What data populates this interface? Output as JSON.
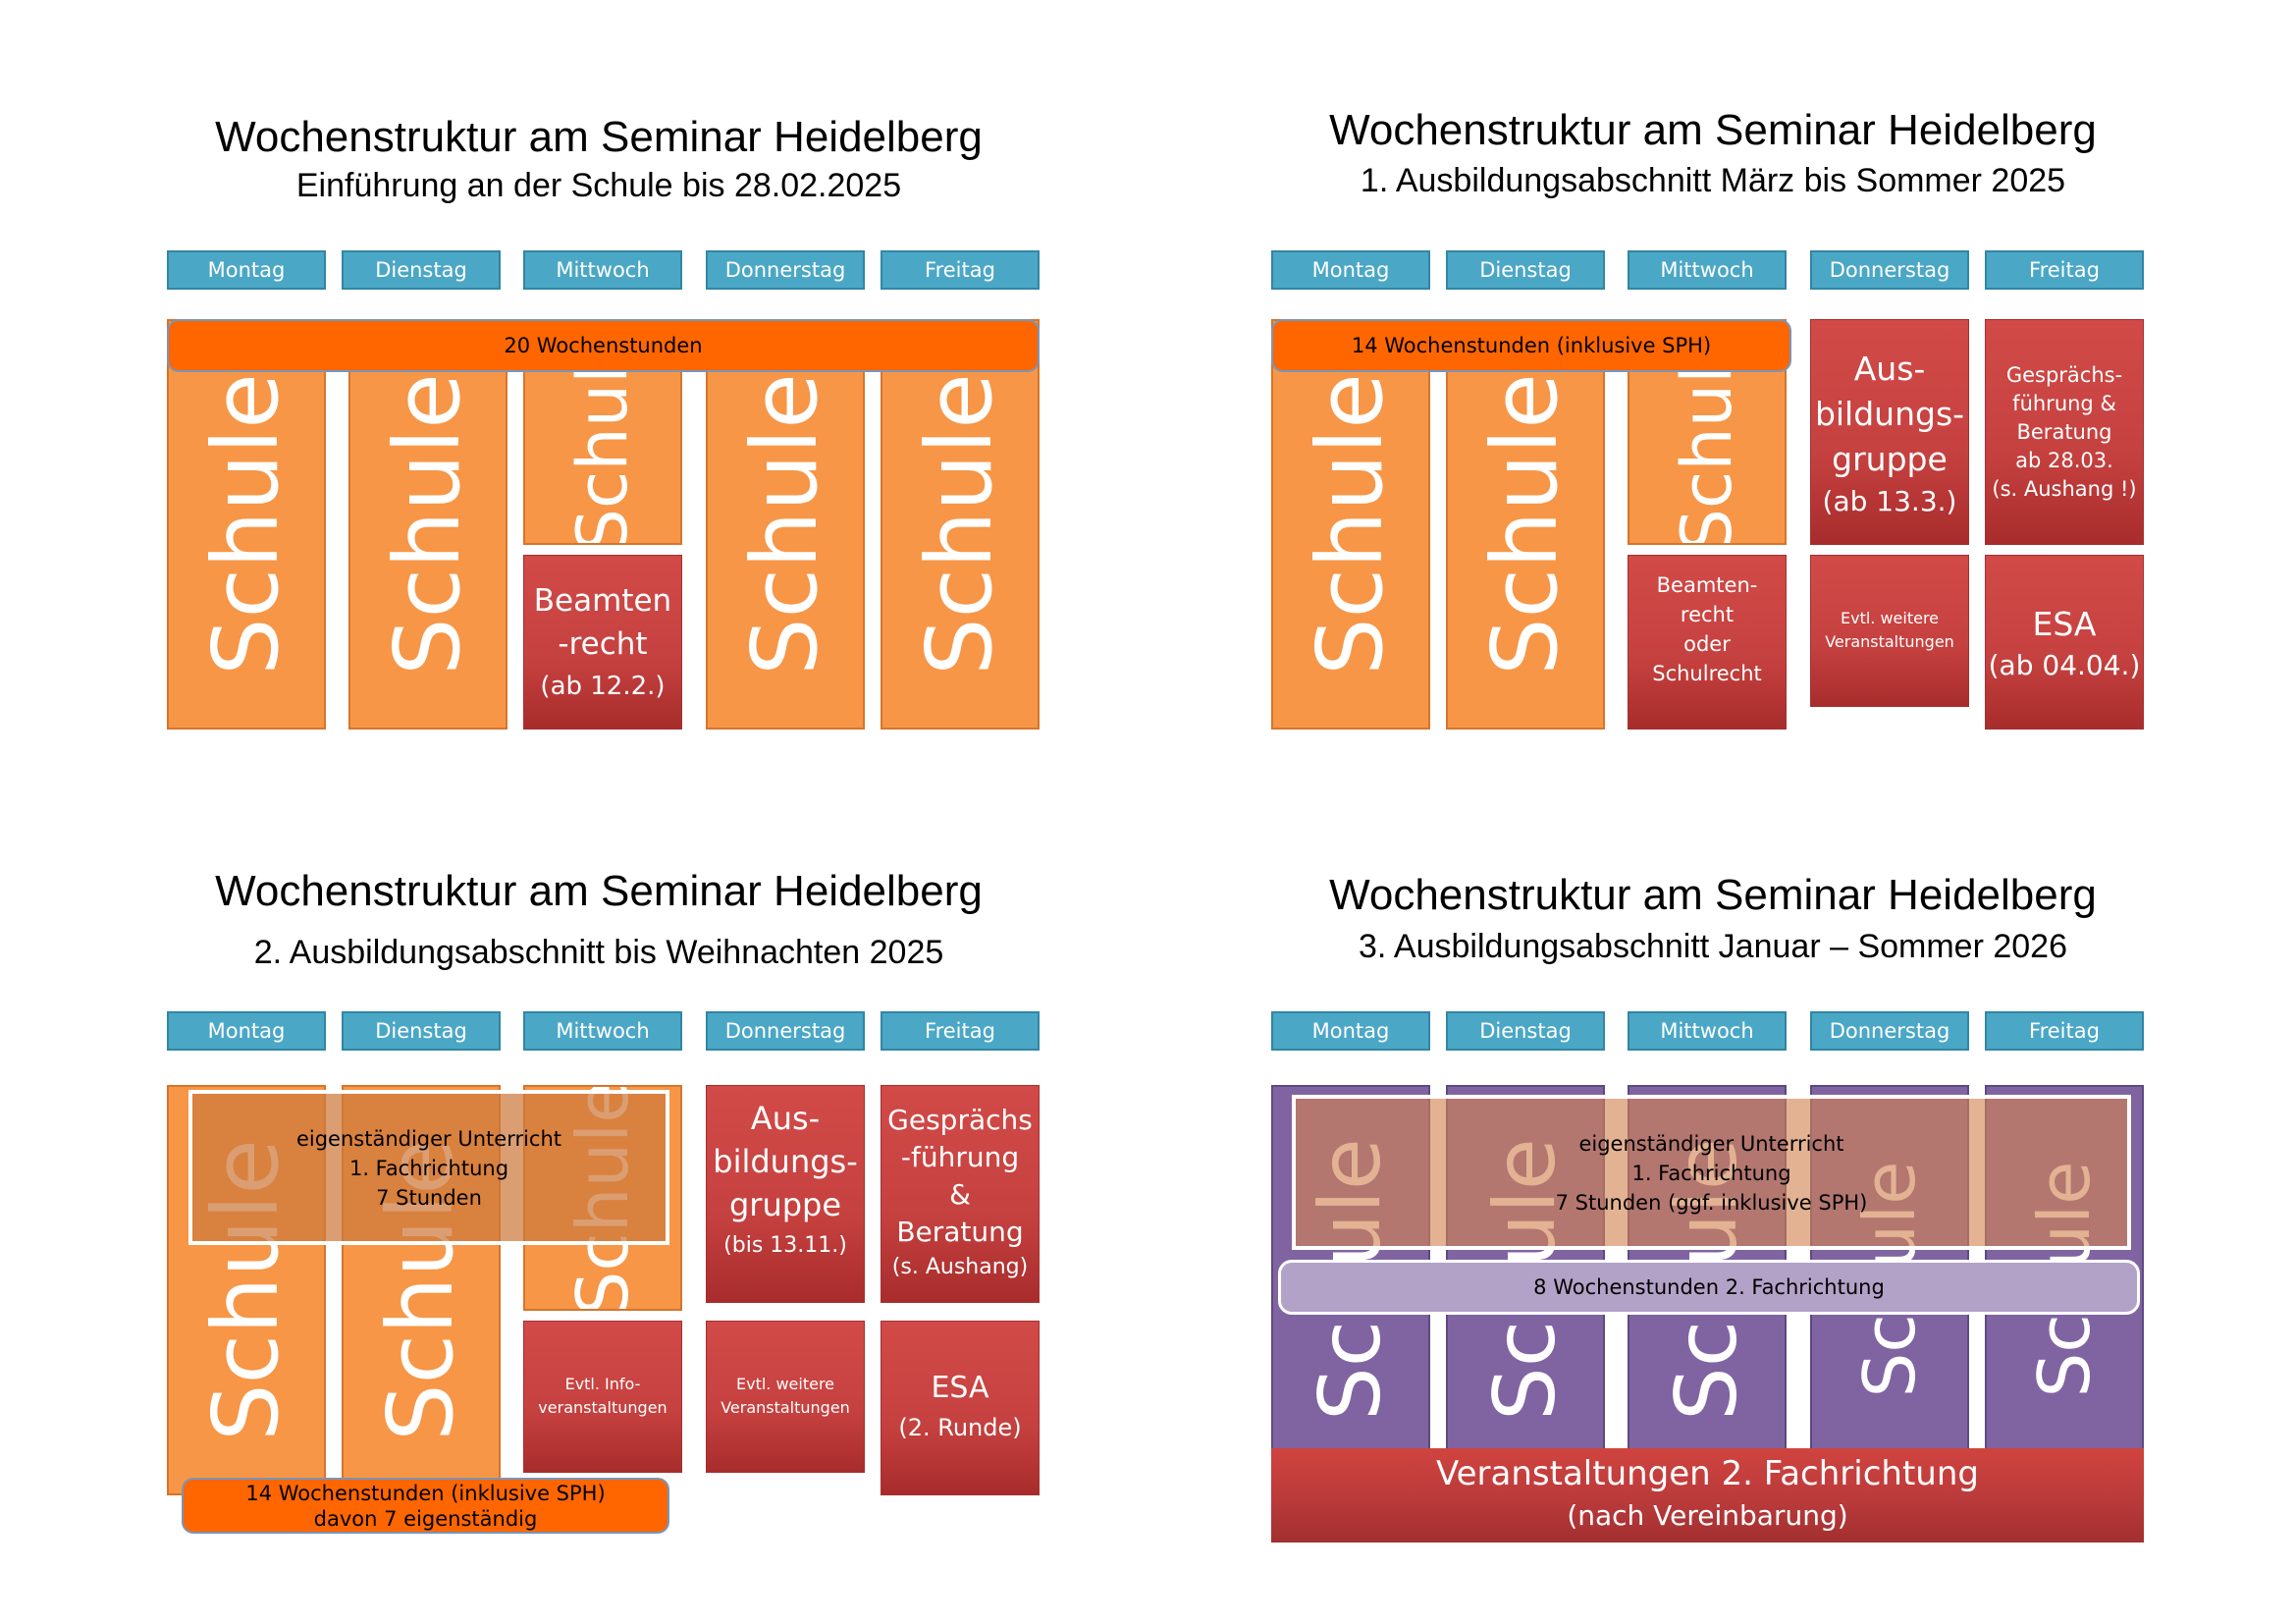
{
  "days": [
    "Montag",
    "Dienstag",
    "Mittwoch",
    "Donnerstag",
    "Freitag"
  ],
  "panels": [
    {
      "title": "Wochenstruktur am Seminar Heidelberg",
      "subtitle": "Einführung an der Schule bis 28.02.2025",
      "school": "Schule",
      "school_short": "Schul",
      "bar": "20 Wochenstunden",
      "beamten": [
        "Beamten",
        "-recht",
        "(ab 12.2.)"
      ]
    },
    {
      "title": "Wochenstruktur am Seminar Heidelberg",
      "subtitle": "1. Ausbildungsabschnitt März bis Sommer 2025",
      "school": "Schule",
      "school_short": "Schul",
      "bar": "14 Wochenstunden (inklusive SPH)",
      "beamten": [
        "Beamten-",
        "recht",
        "oder",
        "Schulrecht"
      ],
      "ausbildung": [
        "Aus-",
        "bildungs-",
        "gruppe",
        "(ab 13.3.)"
      ],
      "gespraech": [
        "Gesprächs-",
        "führung &",
        "Beratung",
        "ab 28.03.",
        "(s. Aushang !)"
      ],
      "weitere": [
        "Evtl. weitere",
        "Veranstaltungen"
      ],
      "esa": [
        "ESA",
        "(ab 04.04.)"
      ]
    },
    {
      "title": "Wochenstruktur am Seminar Heidelberg",
      "subtitle": "2. Ausbildungsabschnitt bis Weihnachten 2025",
      "school": "Schule",
      "overlay": [
        "eigenständiger Unterricht",
        "1. Fachrichtung",
        "7 Stunden"
      ],
      "ausbildung": [
        "Aus-",
        "bildungs-",
        "gruppe",
        "(bis 13.11.)"
      ],
      "gespraech": [
        "Gesprächs",
        "-führung",
        "&",
        "Beratung",
        "(s. Aushang)"
      ],
      "info": [
        "Evtl. Info-",
        "veranstaltungen"
      ],
      "weitere": [
        "Evtl. weitere",
        "Veranstaltungen"
      ],
      "esa": [
        "ESA",
        "(2. Runde)"
      ],
      "bar": [
        "14 Wochenstunden (inklusive SPH)",
        "davon 7 eigenständig"
      ]
    },
    {
      "title": "Wochenstruktur am Seminar Heidelberg",
      "subtitle": "3. Ausbildungsabschnitt Januar – Sommer 2026",
      "school": "Schule",
      "overlay": [
        "eigenständiger Unterricht",
        "1. Fachrichtung",
        "7 Stunden (ggf. inklusive SPH)"
      ],
      "lav": "8 Wochenstunden 2. Fachrichtung",
      "footer": [
        "Veranstaltungen 2. Fachrichtung",
        "(nach Vereinbarung)"
      ]
    }
  ]
}
